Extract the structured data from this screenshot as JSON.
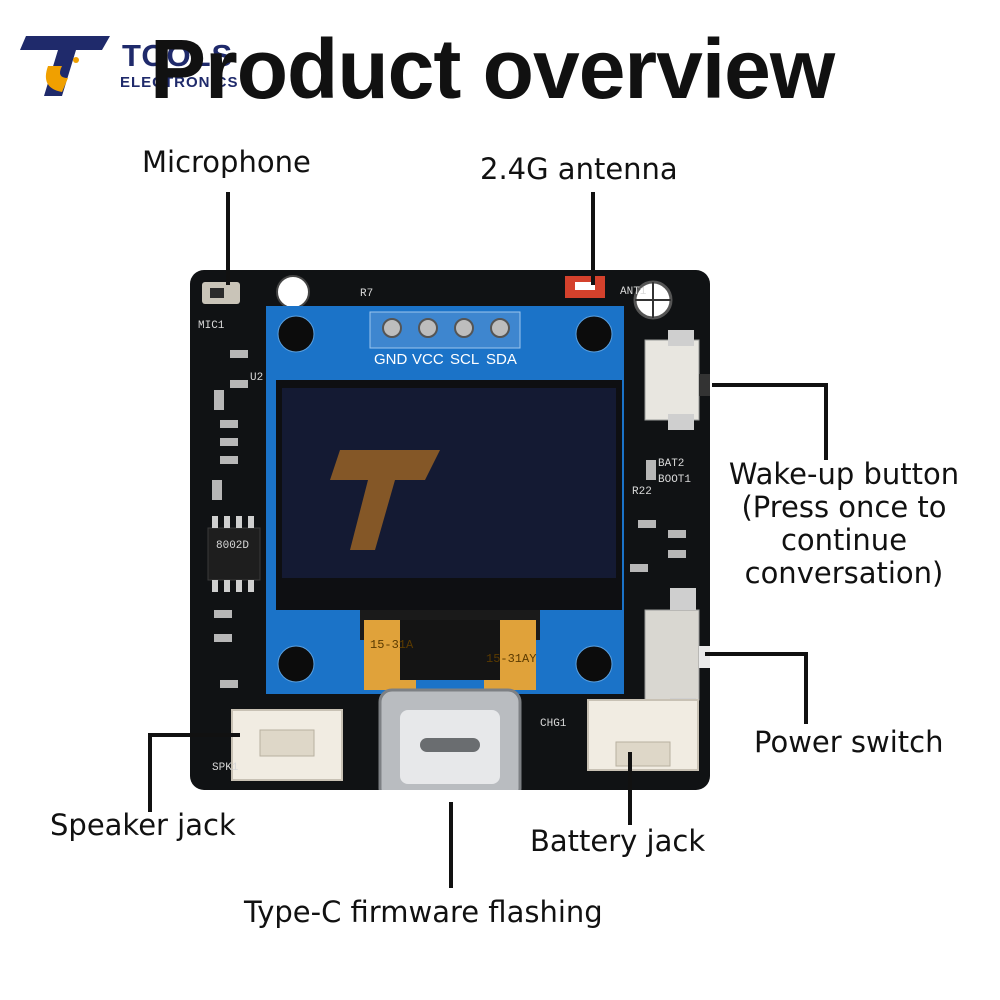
{
  "header": {
    "title": "Product overview",
    "logo": {
      "word": "TOOLS",
      "sub": "ELECTRONICS"
    }
  },
  "callouts": {
    "microphone": "Microphone",
    "antenna": "2.4G antenna",
    "wake_up_lines": [
      "Wake-up button",
      "(Press once to",
      "continue",
      "conversation)"
    ],
    "power_switch": "Power switch",
    "speaker_jack": "Speaker jack",
    "battery_jack": "Battery jack",
    "type_c": "Type-C firmware flashing"
  },
  "board": {
    "pins": [
      "GND",
      "VCC",
      "SCL",
      "SDA"
    ],
    "silkscreen": {
      "mic": "MIC1",
      "r7": "R7",
      "u2": "U2",
      "ant": "ANT1",
      "boot": "BOOT1",
      "bat": "BAT2",
      "r22": "R22",
      "spk": "SPK1",
      "chg": "CHG1",
      "flex": "15-31A",
      "flex2": "15-31AY",
      "ic": "8002D"
    }
  },
  "colors": {
    "pcb": "#101214",
    "oled_pcb": "#1b73c8",
    "screen": "#141a33",
    "flex": "#e0a23a",
    "connector": "#f1ece2",
    "antenna_chip": "#d4412c",
    "logo_blue": "#1f2a6b",
    "logo_orange": "#f0a000"
  }
}
